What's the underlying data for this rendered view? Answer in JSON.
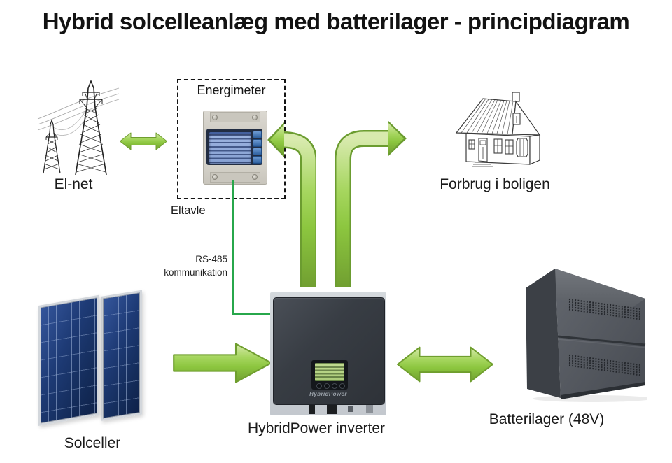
{
  "title": "Hybrid solcelleanlæg med batterilager - principdiagram",
  "labels": {
    "grid": "El-net",
    "meter_box": "Energimeter",
    "panel": "Eltavle",
    "rs485_line1": "RS-485",
    "rs485_line2": "kommunikation",
    "house": "Forbrug i boligen",
    "solar": "Solceller",
    "inverter": "HybridPower inverter",
    "inverter_brand": "HybridPower",
    "battery": "Batterilager (48V)"
  },
  "colors": {
    "arrow_green": "#8cc63f",
    "arrow_green_light": "#d8eaae",
    "arrow_green_dark": "#6b9c30",
    "line_green": "#27a74b",
    "dashed_border": "#141414",
    "panel_blue": "#1e3b76",
    "cabinet_gray": "#54585f"
  }
}
